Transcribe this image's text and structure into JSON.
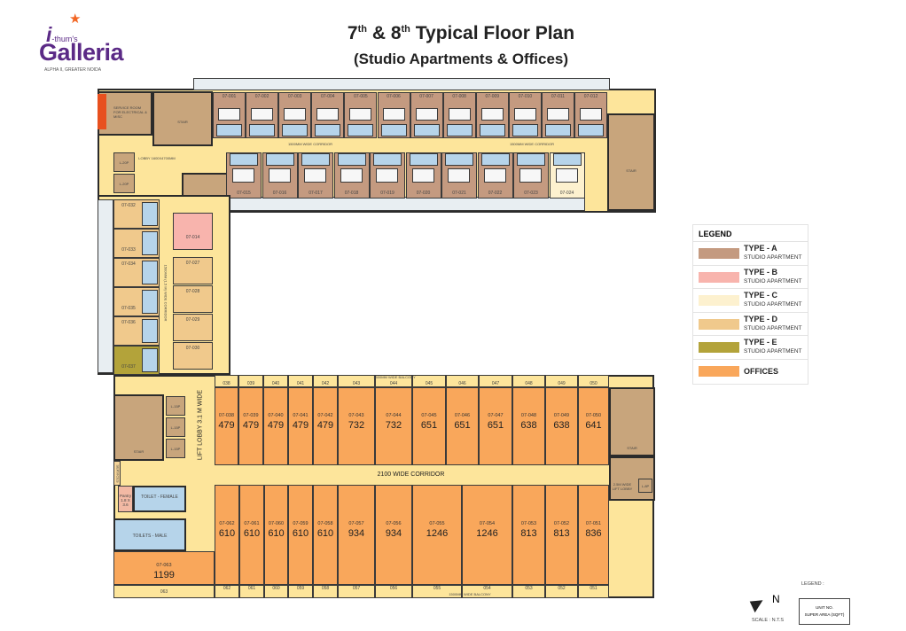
{
  "logo": {
    "star": "★",
    "prefix_letter": "i",
    "prefix": "-thum's",
    "brand": "Galleria",
    "tagline": "ALPHA II, GREATER NOIDA"
  },
  "title": {
    "a": "7",
    "a_sup": "th",
    "b": " & 8",
    "b_sup": "th",
    "c": " Typical Floor Plan",
    "subtitle": "(Studio Apartments & Offices)"
  },
  "colors": {
    "type_a": "#c49a80",
    "type_b": "#f8b4ad",
    "type_c": "#fdf1cf",
    "type_d": "#f0c98c",
    "type_e": "#b3a33a",
    "offices": "#f9a75b",
    "corridor": "#fde59b",
    "service": "#c8a57c",
    "toilet": "#b6d4ea"
  },
  "studios_top": [
    "07-001",
    "07-002",
    "07-003",
    "07-004",
    "07-005",
    "07-006",
    "07-007",
    "07-008",
    "07-009",
    "07-010",
    "07-011",
    "07-012"
  ],
  "studios_bottom": [
    "07-015",
    "07-016",
    "07-017",
    "07-018",
    "07-019",
    "07-020",
    "07-021",
    "07-022",
    "07-023",
    "07-024"
  ],
  "left_wing_outer": [
    "07-032",
    "07-033",
    "07-034",
    "07-035",
    "07-036",
    "07-037"
  ],
  "left_wing_inner": [
    "07-014",
    "07-027",
    "07-028",
    "07-029",
    "07-030"
  ],
  "rooms": {
    "service": "SERVICE ROOM FOR ELECTRICAL & MISC",
    "stair": "STAIR",
    "lobby": "LOBBY 1600X4700MM",
    "lift": "L-20P",
    "lift2": "L-20P",
    "corridor_top_1": "1500MM WIDE CORRIDOR",
    "corridor_top_2": "1500MM WIDE CORRIDOR",
    "corridor_left": "1500MM (1.5 M) WIDE CORRIDOR",
    "lift_lobby": "LIFT LOBBY 3.1 M WIDE",
    "stair_b": "STAIR",
    "stair_c": "STAIR",
    "stair_d": "STAIR",
    "services": "SERVICES",
    "pantry": "Pantry 1.8 X 3.6",
    "toilet_female": "TOILET - FEMALE",
    "toilets_male": "TOILETS - MALE",
    "main_corridor": "2100 WIDE CORRIDOR",
    "right_lobby": "2.5M WIDE LIFT LOBBY",
    "lift_r": "L-8P",
    "lift_l": "L-15P",
    "balcony_top": "1500MM WIDE BALCONY",
    "balcony_bottom": "1500MM WIDE BALCONY"
  },
  "offices_top": [
    {
      "no": "07-038",
      "area": "479",
      "balcony": "038"
    },
    {
      "no": "07-039",
      "area": "479",
      "balcony": "039"
    },
    {
      "no": "07-040",
      "area": "479",
      "balcony": "040"
    },
    {
      "no": "07-041",
      "area": "479",
      "balcony": "041"
    },
    {
      "no": "07-042",
      "area": "479",
      "balcony": "042"
    },
    {
      "no": "07-043",
      "area": "732",
      "balcony": "043"
    },
    {
      "no": "07-044",
      "area": "732",
      "balcony": "044"
    },
    {
      "no": "07-045",
      "area": "651",
      "balcony": "045"
    },
    {
      "no": "07-046",
      "area": "651",
      "balcony": "046"
    },
    {
      "no": "07-047",
      "area": "651",
      "balcony": "047"
    },
    {
      "no": "07-048",
      "area": "638",
      "balcony": "048"
    },
    {
      "no": "07-049",
      "area": "638",
      "balcony": "049"
    },
    {
      "no": "07-050",
      "area": "641",
      "balcony": "050"
    }
  ],
  "offices_bottom": [
    {
      "no": "07-062",
      "area": "610",
      "balcony": "062"
    },
    {
      "no": "07-061",
      "area": "610",
      "balcony": "061"
    },
    {
      "no": "07-060",
      "area": "610",
      "balcony": "060"
    },
    {
      "no": "07-059",
      "area": "610",
      "balcony": "059"
    },
    {
      "no": "07-058",
      "area": "610",
      "balcony": "058"
    },
    {
      "no": "07-057",
      "area": "934",
      "balcony": "057"
    },
    {
      "no": "07-056",
      "area": "934",
      "balcony": "056"
    },
    {
      "no": "07-055",
      "area": "1246",
      "balcony": "055"
    },
    {
      "no": "07-054",
      "area": "1246",
      "balcony": "054"
    },
    {
      "no": "07-053",
      "area": "813",
      "balcony": "053"
    },
    {
      "no": "07-052",
      "area": "813",
      "balcony": "052"
    },
    {
      "no": "07-051",
      "area": "836",
      "balcony": "051"
    }
  ],
  "office_063": {
    "no": "07-063",
    "area": "1199",
    "balcony": "063"
  },
  "legend": {
    "title": "LEGEND",
    "items": [
      {
        "type": "TYPE - A",
        "sub": "STUDIO APARTMENT",
        "color": "#c49a80"
      },
      {
        "type": "TYPE - B",
        "sub": "STUDIO APARTMENT",
        "color": "#f8b4ad"
      },
      {
        "type": "TYPE - C",
        "sub": "STUDIO APARTMENT",
        "color": "#fdf1cf"
      },
      {
        "type": "TYPE - D",
        "sub": "STUDIO APARTMENT",
        "color": "#f0c98c"
      },
      {
        "type": "TYPE - E",
        "sub": "STUDIO APARTMENT",
        "color": "#b3a33a"
      },
      {
        "type": "OFFICES",
        "sub": "",
        "color": "#f9a75b"
      }
    ]
  },
  "footer": {
    "north": "N",
    "scale": "SCALE : N.T.S",
    "legend_label": "LEGEND :",
    "unit_no": "UNIT NO.",
    "super_area": "SUPER AREA (SQFT)"
  }
}
